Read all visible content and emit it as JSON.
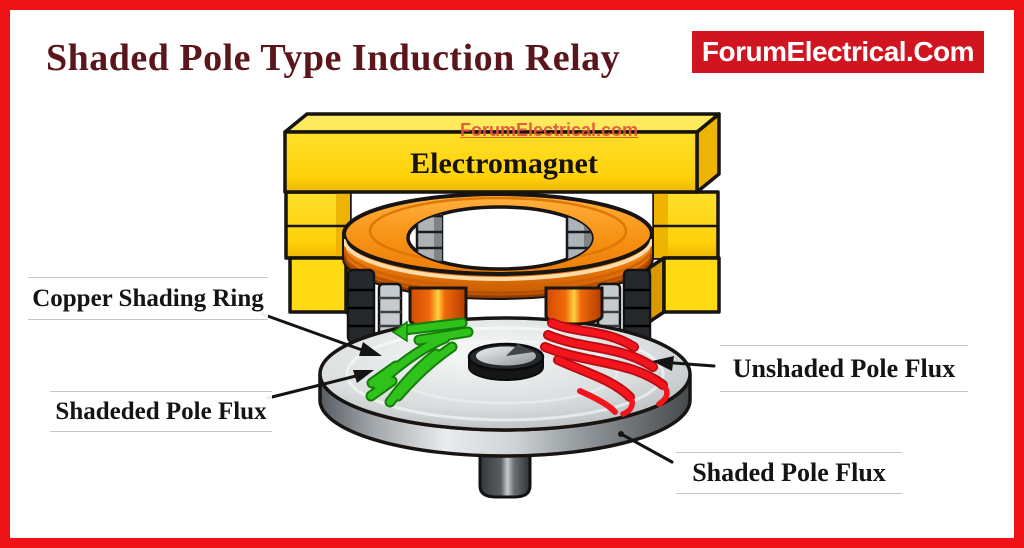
{
  "title": "Shaded Pole Type Induction Relay",
  "brand": {
    "logo_text": "ForumElectrical.Com",
    "logo_bg": "#d01420",
    "logo_fg": "#ffffff"
  },
  "watermark": {
    "text": "ForumElectrical.com",
    "color": "#de543e"
  },
  "frame": {
    "border_color": "#ee1216",
    "background": "#ffffff"
  },
  "diagram": {
    "type": "labeled-illustration",
    "subject": "shaded pole type induction relay cutaway",
    "labels": {
      "electromagnet": "Electromagnet",
      "copper_shading_ring": "Copper Shading Ring",
      "shadeded_pole_flux": "Shadeded Pole Flux",
      "unshaded_pole_flux": "Unshaded Pole Flux",
      "shaded_pole_flux": "Shaded Pole Flux"
    },
    "colors": {
      "title_maroon": "#5a161a",
      "core_yellow": "#ffd912",
      "core_yellow_top": "#ffe95c",
      "core_yellow_shade": "#d89a00",
      "coil_copper": "#f08908",
      "coil_copper_dark": "#b54f02",
      "disc_gray": "#c9cdd0",
      "shaded_flux_green": "#2fc21b",
      "unshaded_flux_red": "#f3141d",
      "leader_line_black": "#141414"
    }
  }
}
